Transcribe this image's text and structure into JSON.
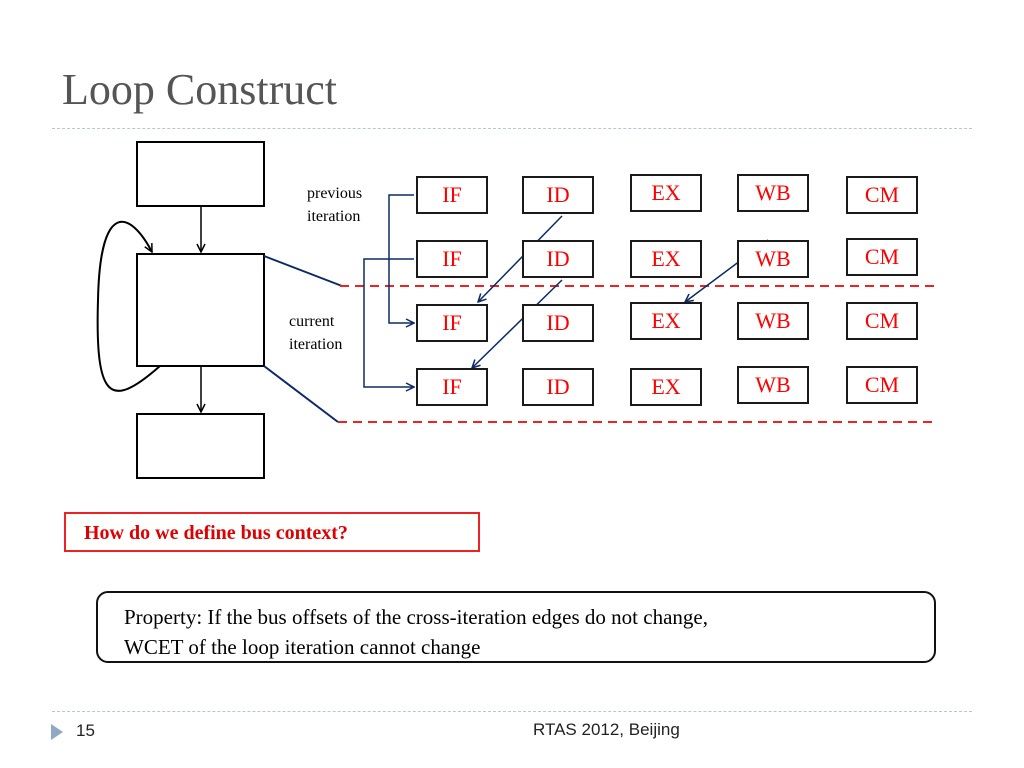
{
  "slide": {
    "title": "Loop Construct",
    "page_number": "15",
    "footer": "RTAS 2012, Beijing"
  },
  "diagram": {
    "labels": {
      "previous": [
        "previous",
        "iteration"
      ],
      "current": [
        "current",
        "iteration"
      ]
    },
    "pipeline_rows": [
      [
        "IF",
        "ID",
        "EX",
        "WB",
        "CM"
      ],
      [
        "IF",
        "ID",
        "EX",
        "WB",
        "CM"
      ],
      [
        "IF",
        "ID",
        "EX",
        "WB",
        "CM"
      ],
      [
        "IF",
        "ID",
        "EX",
        "WB",
        "CM"
      ]
    ],
    "colors": {
      "stage_text": "#ff0000",
      "iteration_boundary": "#ee2222",
      "dependency_arrows": "#0d2a66"
    }
  },
  "question": "How do we define bus context?",
  "property": {
    "line1": "Property: If the bus offsets of the cross-iteration edges do not change,",
    "line2": "WCET of the loop iteration cannot change"
  }
}
